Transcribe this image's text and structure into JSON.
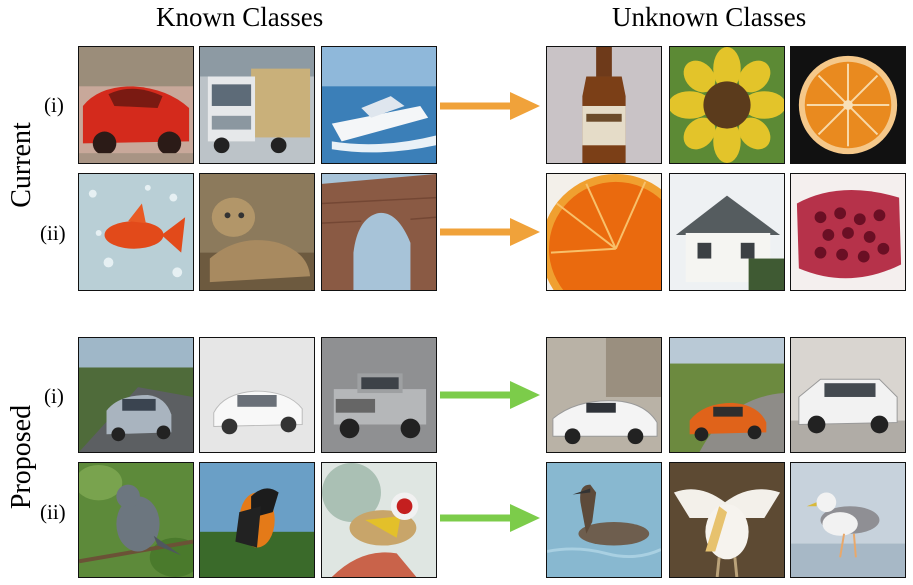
{
  "headers": {
    "known": "Known Classes",
    "unknown": "Unknown Classes"
  },
  "sections": [
    {
      "label": "Current",
      "arrow_color": "#f0a23a",
      "rows": [
        {
          "label": "(i)",
          "known": [
            "red car",
            "truck",
            "boat"
          ],
          "unknown": [
            "beer bottle",
            "sunflower",
            "orange slice"
          ]
        },
        {
          "label": "(ii)",
          "known": [
            "goldfish",
            "cougar",
            "stone arch"
          ],
          "unknown": [
            "orange close-up",
            "cottage",
            "pomegranate"
          ]
        }
      ]
    },
    {
      "label": "Proposed",
      "arrow_color": "#7ccc4a",
      "rows": [
        {
          "label": "(i)",
          "known": [
            "silver sedan",
            "white sedan",
            "pickup truck"
          ],
          "unknown": [
            "white sports car",
            "orange coupe",
            "white SUV"
          ]
        },
        {
          "label": "(ii)",
          "known": [
            "gray bird",
            "orange songbird",
            "goldfinch"
          ],
          "unknown": [
            "grebe",
            "pelican",
            "gull"
          ]
        }
      ]
    }
  ]
}
